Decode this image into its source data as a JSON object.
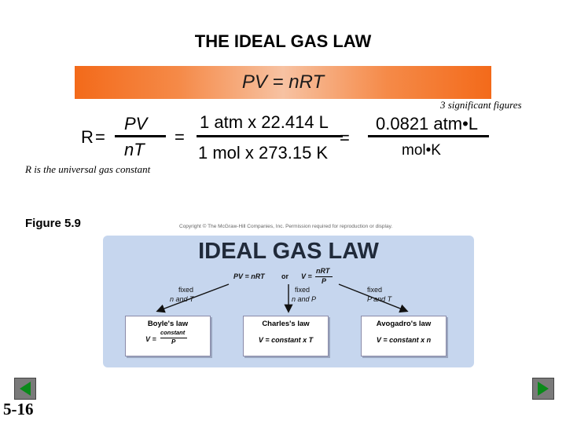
{
  "slide": {
    "title": "THE IDEAL GAS LAW",
    "equation": "PV = nRT",
    "sig_figs_note": "3 significant figures",
    "r_label": "R",
    "eq_sign": "=",
    "fraction_num": "PV",
    "fraction_den": "nT",
    "units_num": "1 atm x 22.414 L",
    "units_den": "1 mol x 273.15 K",
    "result_num": "0.0821 atm•L",
    "result_den": "mol•K",
    "note": "R is the universal gas constant",
    "figure_label": "Figure 5.9",
    "page_number": "5-16"
  },
  "figure": {
    "copyright": "Copyright © The McGraw-Hill Companies, Inc. Permission required for reproduction or display.",
    "title": "IDEAL GAS LAW",
    "formula_pv": "PV = nRT",
    "or": "or",
    "formula_v_lhs": "V =",
    "formula_v_num": "nRT",
    "formula_v_den": "P",
    "fixed": [
      {
        "label": "fixed",
        "vars": "n and T"
      },
      {
        "label": "fixed",
        "vars": "n and P"
      },
      {
        "label": "fixed",
        "vars": "P and T"
      }
    ],
    "laws": [
      {
        "name": "Boyle's law",
        "formula": "V =",
        "frac_num": "constant",
        "frac_den": "P"
      },
      {
        "name": "Charles's law",
        "formula": "V = constant x T"
      },
      {
        "name": "Avogadro's law",
        "formula": "V = constant x n"
      }
    ]
  },
  "nav": {
    "prev": "previous slide",
    "next": "next slide"
  },
  "colors": {
    "banner": "#f36a1a",
    "figure_bg": "#c6d6ee",
    "nav_green": "#0a8a1a"
  }
}
